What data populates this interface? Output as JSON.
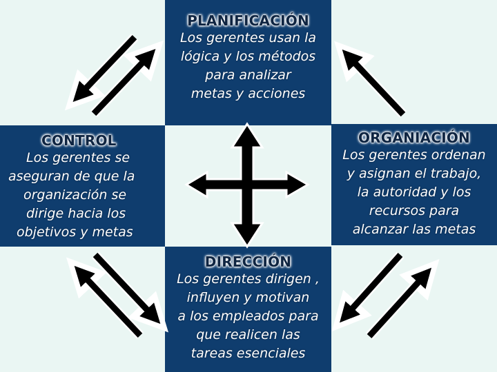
{
  "planificacion": {
    "title": "PLANIFICACIÓN",
    "lines": [
      "Los gerentes usan la",
      "lógica y los métodos",
      "para analizar",
      "metas y acciones"
    ]
  },
  "control": {
    "title": "CONTROL",
    "lines": [
      "Los gerentes se",
      "aseguran de que la",
      "organización se",
      "dirige hacia los",
      "objetivos y metas"
    ]
  },
  "organizacion": {
    "title": "ORGANIACIÓN",
    "lines": [
      "Los gerentes ordenan",
      "y asignan el trabajo,",
      "la autoridad y los",
      "recursos para",
      "alcanzar las metas"
    ]
  },
  "direccion": {
    "title": "DIRECCIÓN",
    "lines": [
      "Los gerentes dirigen ,",
      "influyen y motivan",
      "a los empleados para",
      "que realicen las",
      "tareas esenciales"
    ]
  },
  "colors": {
    "panel": "#0f3d6e",
    "background": "#eaf6f3",
    "arrow": "#000000"
  }
}
